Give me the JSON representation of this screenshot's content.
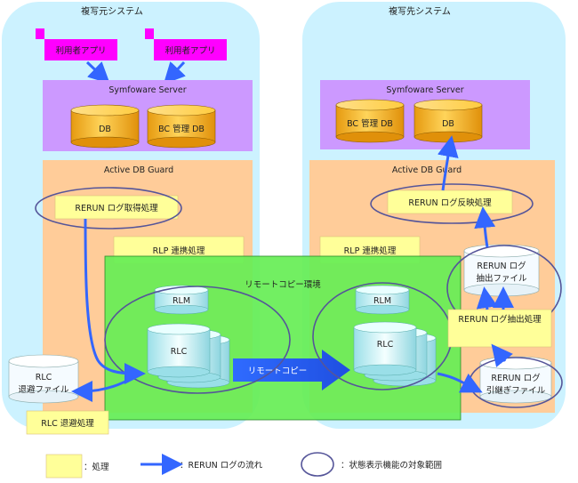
{
  "source_system": {
    "title": "複写元システム",
    "apps": [
      "利用者アプリ",
      "利用者アプリ"
    ],
    "server": "Symfoware Server",
    "dbs": [
      "DB",
      "BC 管理 DB"
    ],
    "guard": "Active DB Guard",
    "processes": {
      "rerun_get": "RERUN ログ取得処理",
      "rlp": "RLP 連携処理",
      "rlc_evac": "RLC 退避処理"
    },
    "rlc_file": [
      "RLC",
      "退避ファイル"
    ]
  },
  "target_system": {
    "title": "複写先システム",
    "server": "Symfoware Server",
    "dbs": [
      "BC 管理 DB",
      "DB"
    ],
    "guard": "Active DB Guard",
    "processes": {
      "rerun_apply": "RERUN ログ反映処理",
      "rlp": "RLP 連携処理",
      "rerun_extract": "RERUN ログ抽出処理"
    },
    "extract_file": [
      "RERUN ログ",
      "抽出ファイル"
    ],
    "takeover_file": [
      "RERUN ログ",
      "引継ぎファイル"
    ]
  },
  "remote_env": {
    "title": "リモートコピー環境",
    "rlm": "RLM",
    "rlc": "RLC",
    "copy_label": "リモートコピー"
  },
  "legend": {
    "process": "：処理",
    "flow": "：RERUN ログの流れ",
    "target": "：状態表示機能の対象範囲"
  },
  "colors": {
    "system_bg": "#ccf2ff",
    "server_bg": "#cc99ff",
    "guard_bg": "#ffcc99",
    "process_bg": "#ffff99",
    "remote_bg": "#66ee55",
    "db_fill": "#ffcc33",
    "app_fill": "#ff00ff",
    "arrow": "#3366ff",
    "ellipse": "#555599"
  }
}
